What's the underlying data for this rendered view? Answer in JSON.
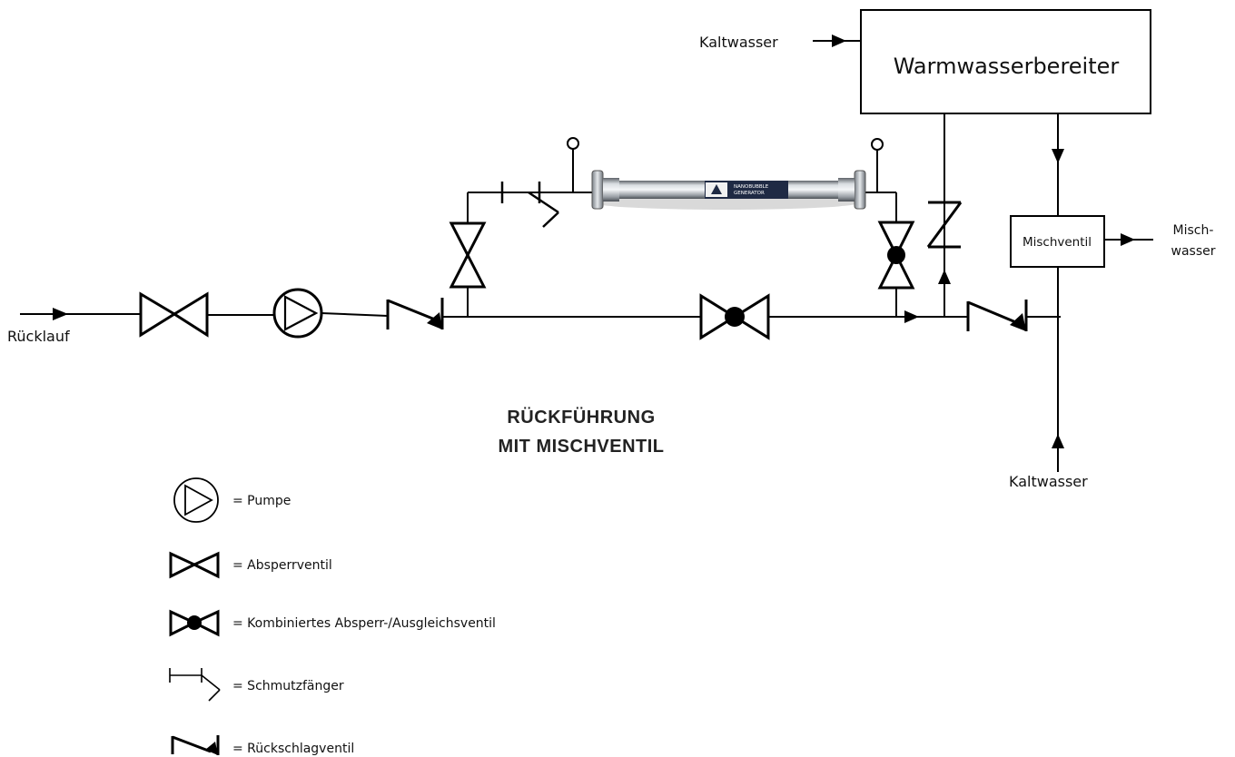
{
  "labels": {
    "ruecklauf": "Rücklauf",
    "kaltwasser_top": "Kaltwasser",
    "kaltwasser_bottom": "Kaltwasser",
    "warmwasserbereiter": "Warmwasserbereiter",
    "mischventil": "Mischventil",
    "mischwasser_line1": "Misch-",
    "mischwasser_line2": "wasser"
  },
  "generator": {
    "line1": "NANOBUBBLE",
    "line2": "GENERATOR"
  },
  "title": {
    "line1": "RÜCKFÜHRUNG",
    "line2": "MIT MISCHVENTIL"
  },
  "legend": [
    {
      "icon": "pump-icon",
      "text": "= Pumpe"
    },
    {
      "icon": "gate-valve-icon",
      "text": "= Absperrventil"
    },
    {
      "icon": "balancing-valve-icon",
      "text": "= Kombiniertes Absperr-/Ausgleichsventil"
    },
    {
      "icon": "strainer-icon",
      "text": "= Schmutzfänger"
    },
    {
      "icon": "check-valve-icon",
      "text": "= Rückschlagventil"
    }
  ]
}
